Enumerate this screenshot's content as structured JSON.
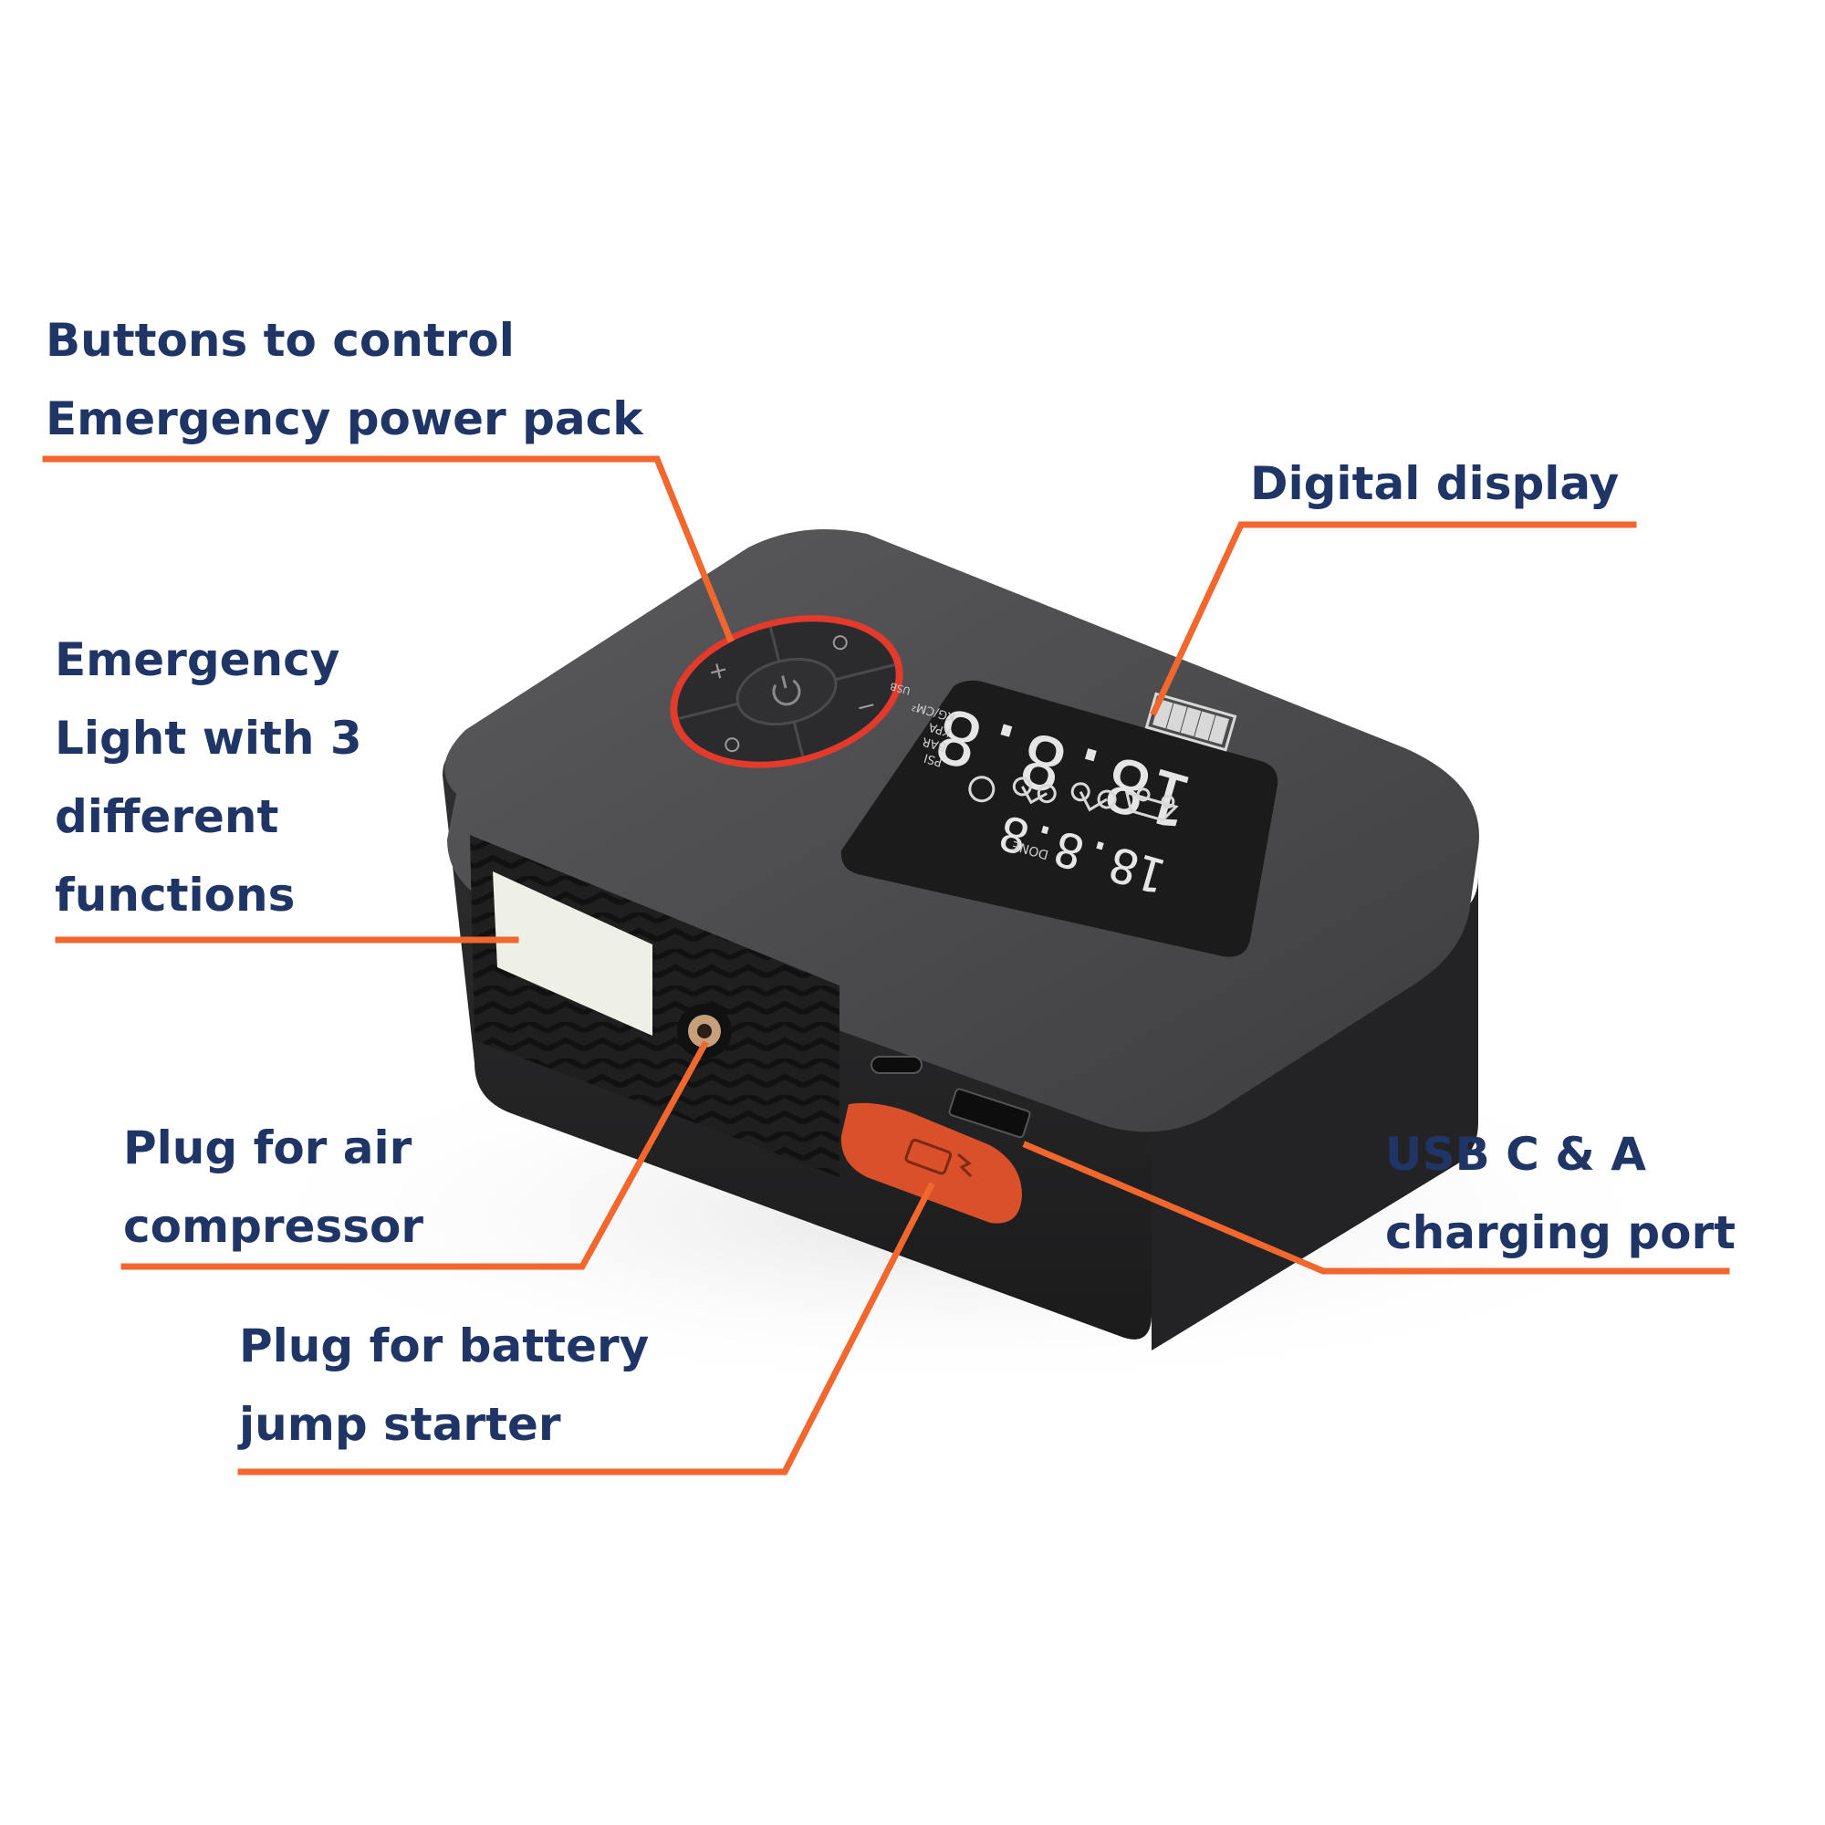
{
  "colors": {
    "label_text": "#1f3566",
    "callout_line": "#f2672d",
    "device_body": "#3a3a3c",
    "device_top": "#4a4a4c",
    "accent_ring": "#e33a2c",
    "jump_plug": "#d9502a",
    "background": "#ffffff"
  },
  "callouts": {
    "buttons": {
      "line1": "Buttons to control",
      "line2": "Emergency power pack"
    },
    "display": {
      "line1": "Digital display"
    },
    "light": {
      "line1": "Emergency",
      "line2": "Light with 3",
      "line3": "different",
      "line4": "functions"
    },
    "air": {
      "line1": "Plug for air",
      "line2": "compressor"
    },
    "usb": {
      "line1": "USB C & A",
      "line2": "charging port"
    },
    "jump": {
      "line1": "Plug for battery",
      "line2": "jump starter"
    }
  },
  "device": {
    "display_top_value": "18.8.8",
    "display_main_value": "18.8.8",
    "display_done": "DONE",
    "display_units": [
      "PSI",
      "BAR",
      "KPA",
      "KG/CM²"
    ],
    "display_usb": "USB",
    "buttons": [
      "+",
      "−",
      "power",
      "light",
      "mode"
    ],
    "icons": [
      "power-icon",
      "plus-icon",
      "minus-icon",
      "light-icon",
      "mode-icon",
      "basketball-icon",
      "bicycle-icon",
      "motorcycle-icon",
      "car-icon",
      "battery-icon",
      "jump-start-icon"
    ]
  }
}
